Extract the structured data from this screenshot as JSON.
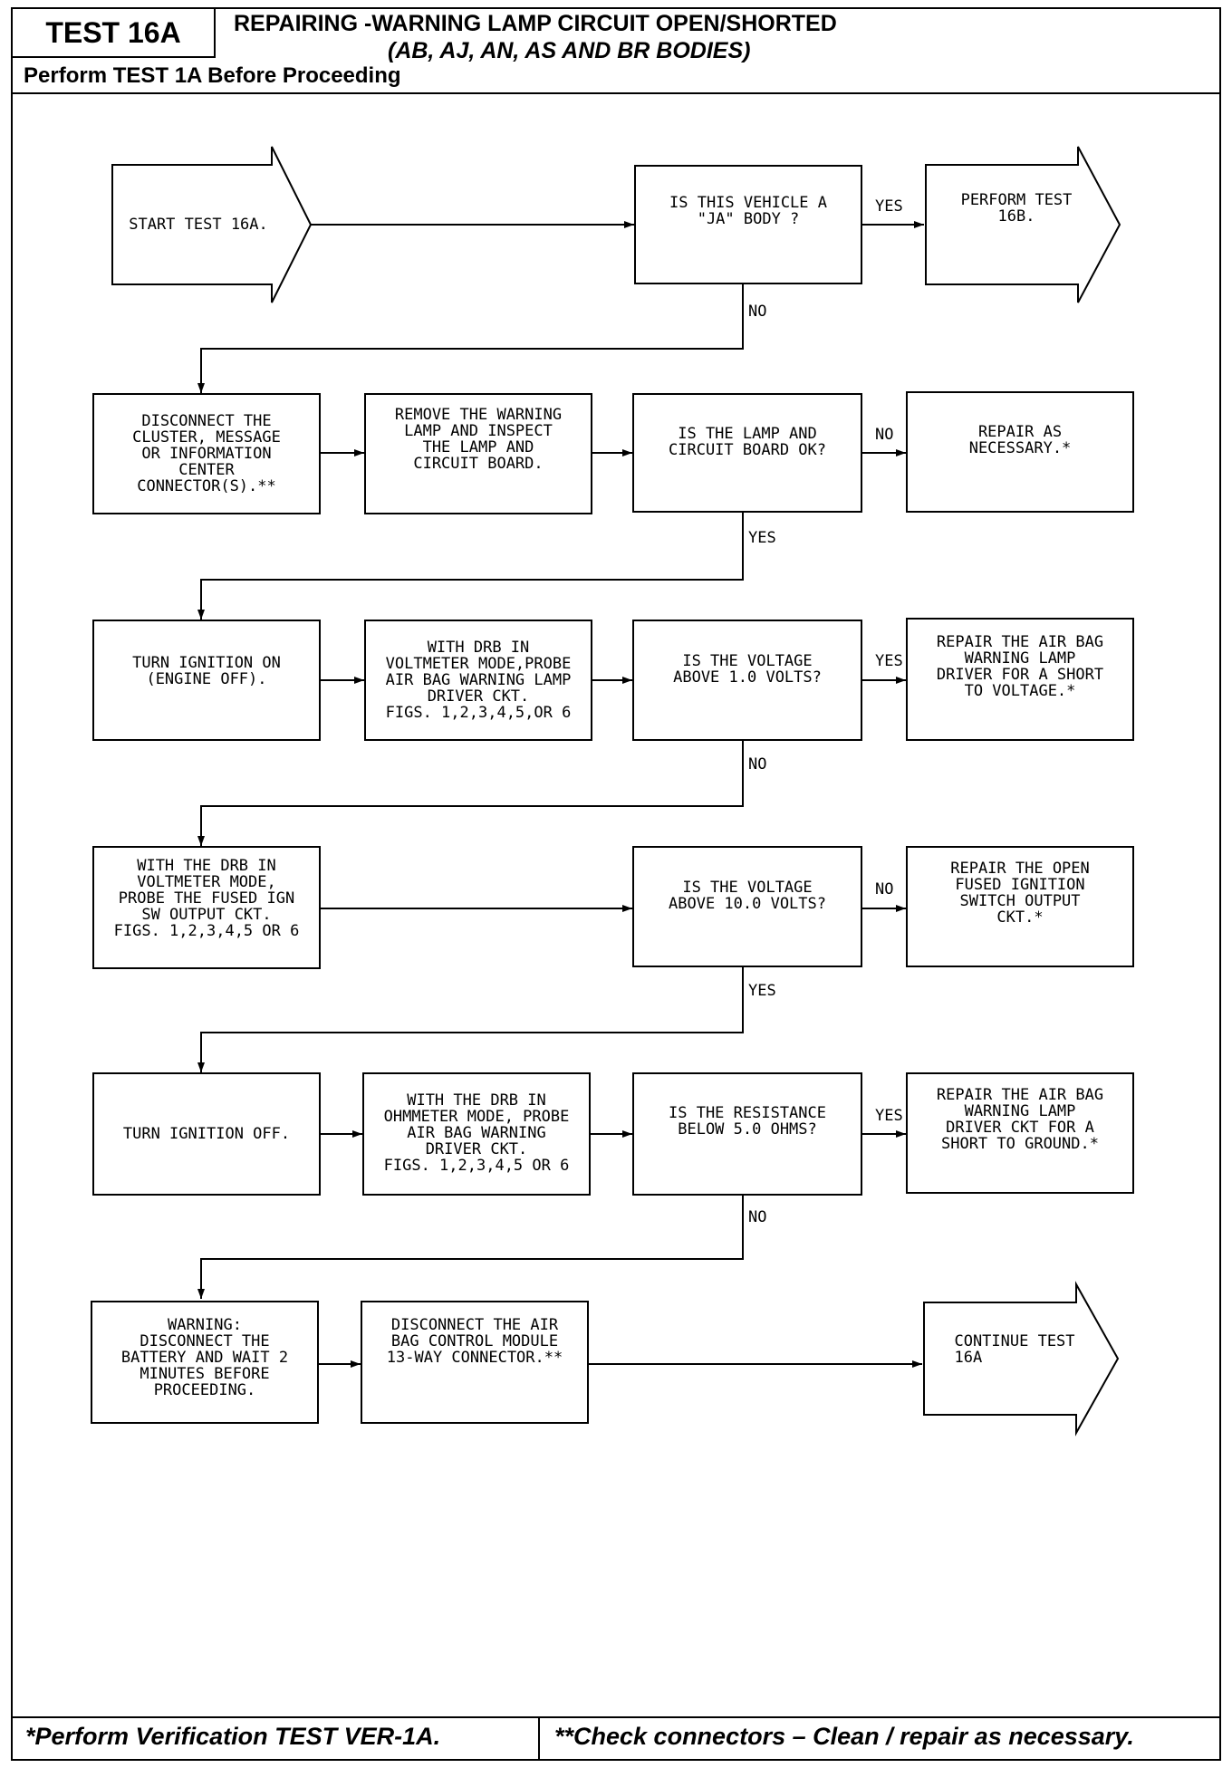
{
  "header": {
    "test_id": "TEST 16A",
    "title_line1": "REPAIRING -WARNING LAMP CIRCUIT OPEN/SHORTED",
    "title_line2": "(AB, AJ, AN, AS AND BR BODIES)",
    "subtitle": "Perform TEST 1A Before Proceeding"
  },
  "nodes": {
    "start": "START TEST 16A.",
    "q_ja_body": "IS THIS VEHICLE A\n\"JA\" BODY ?",
    "perform_16b": "PERFORM TEST\n16B.",
    "disconnect_cluster": "DISCONNECT THE\nCLUSTER, MESSAGE\nOR INFORMATION\nCENTER\nCONNECTOR(S).**",
    "remove_lamp": "REMOVE THE WARNING\nLAMP AND INSPECT\nTHE LAMP AND\nCIRCUIT BOARD.",
    "q_lamp_ok": "IS THE LAMP AND\nCIRCUIT BOARD OK?",
    "repair_necessary": "REPAIR AS\nNECESSARY.*",
    "ignition_on": "TURN IGNITION ON\n(ENGINE OFF).",
    "probe_driver_volt": "WITH DRB IN\nVOLTMETER MODE,PROBE\nAIR BAG WARNING LAMP\nDRIVER CKT.\nFIGS. 1,2,3,4,5,OR 6",
    "q_voltage_1": "IS THE VOLTAGE\nABOVE 1.0 VOLTS?",
    "repair_short_voltage": "REPAIR THE AIR BAG\nWARNING LAMP\nDRIVER FOR A SHORT\nTO VOLTAGE.*",
    "probe_fused_ign": "WITH THE DRB IN\nVOLTMETER MODE,\nPROBE THE FUSED IGN\nSW OUTPUT CKT.\nFIGS. 1,2,3,4,5 OR 6",
    "q_voltage_10": "IS THE VOLTAGE\nABOVE 10.0 VOLTS?",
    "repair_open_fused": "REPAIR THE OPEN\nFUSED IGNITION\nSWITCH OUTPUT\nCKT.*",
    "ignition_off": "TURN IGNITION OFF.",
    "probe_driver_ohm": "WITH THE DRB IN\nOHMMETER MODE, PROBE\nAIR BAG WARNING\nDRIVER CKT.\nFIGS. 1,2,3,4,5 OR 6",
    "q_resistance": "IS THE RESISTANCE\nBELOW 5.0 OHMS?",
    "repair_short_ground": "REPAIR THE AIR BAG\nWARNING LAMP\nDRIVER CKT FOR A\nSHORT TO GROUND.*",
    "warning": "WARNING:\nDISCONNECT THE\nBATTERY AND WAIT 2\nMINUTES BEFORE\nPROCEEDING.",
    "disconnect_acm": "DISCONNECT THE AIR\nBAG CONTROL MODULE\n13-WAY CONNECTOR.**",
    "continue_16a": "CONTINUE TEST\n16A"
  },
  "edge_labels": {
    "yes": "YES",
    "no": "NO"
  },
  "footer": {
    "left": "*Perform Verification TEST VER-1A.",
    "right": "**Check connectors – Clean / repair as necessary."
  }
}
